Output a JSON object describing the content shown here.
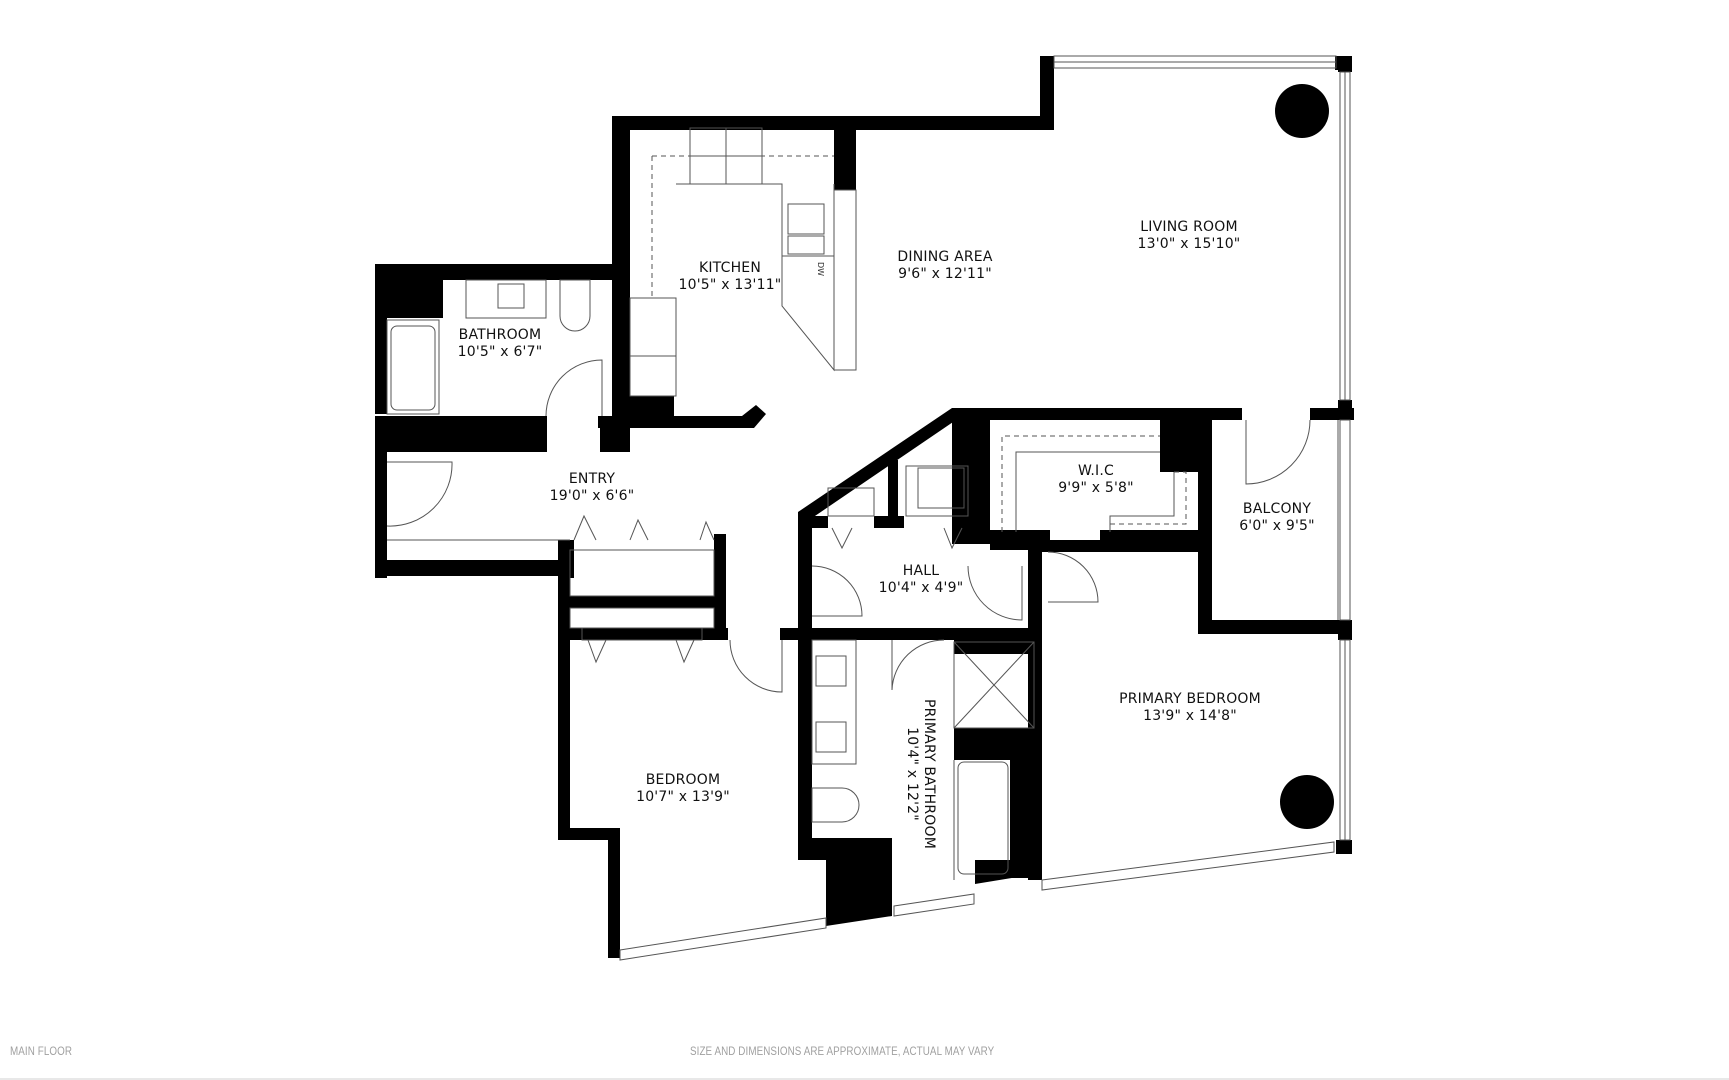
{
  "floor_plan": {
    "floor_name": "MAIN FLOOR",
    "disclaimer": "SIZE AND DIMENSIONS ARE APPROXIMATE, ACTUAL MAY VARY",
    "wall_color": "#000000",
    "background_color": "#ffffff",
    "rooms": [
      {
        "name": "LIVING ROOM",
        "dimensions": "13'0\" x 15'10\""
      },
      {
        "name": "DINING AREA",
        "dimensions": "9'6\" x 12'11\""
      },
      {
        "name": "KITCHEN",
        "dimensions": "10'5\" x 13'11\""
      },
      {
        "name": "BATHROOM",
        "dimensions": "10'5\" x 6'7\""
      },
      {
        "name": "ENTRY",
        "dimensions": "19'0\" x 6'6\""
      },
      {
        "name": "W.I.C",
        "dimensions": "9'9\" x 5'8\""
      },
      {
        "name": "BALCONY",
        "dimensions": "6'0\" x 9'5\""
      },
      {
        "name": "HALL",
        "dimensions": "10'4\" x 4'9\""
      },
      {
        "name": "PRIMARY BEDROOM",
        "dimensions": "13'9\" x 14'8\""
      },
      {
        "name": "BEDROOM",
        "dimensions": "10'7\" x 13'9\""
      },
      {
        "name": "PRIMARY BATHROOM",
        "dimensions": "10'4\" x 12'2\""
      }
    ],
    "fixtures": {
      "dishwasher_label": "DW"
    }
  }
}
